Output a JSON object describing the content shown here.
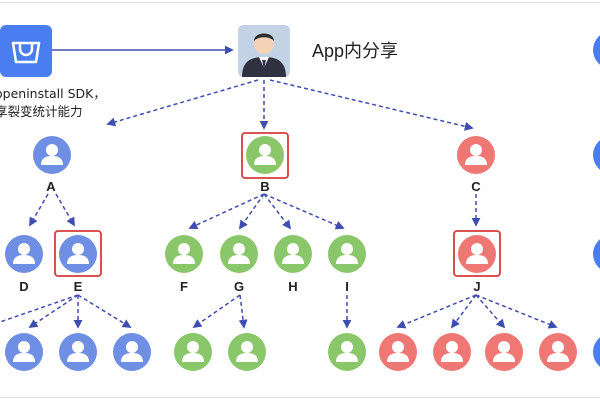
{
  "header": {
    "title": "App内分享",
    "sdk_line1": "openinstall SDK，",
    "sdk_line2": "享裂变统计能力"
  },
  "icons": {
    "app_store": "shopping-bag-icon",
    "sharer": "businessman-avatar",
    "user": "user-avatar-icon"
  },
  "colors": {
    "blue": "#6f8fe4",
    "green": "#8ac76a",
    "red": "#ef7774",
    "highlight_border": "#d63c3c",
    "arrow": "#3f4db0"
  },
  "nodes": {
    "A": "A",
    "B": "B",
    "C": "C",
    "D": "D",
    "E": "E",
    "F": "F",
    "G": "G",
    "H": "H",
    "I": "I",
    "J": "J"
  }
}
